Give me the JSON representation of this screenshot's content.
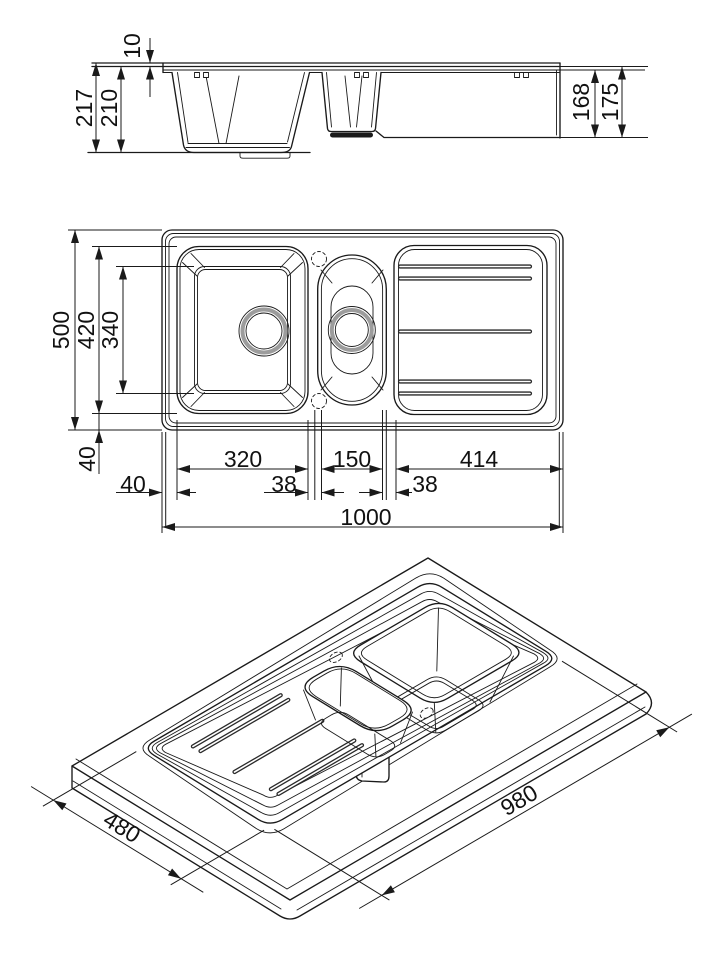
{
  "drawing": {
    "type": "sink-technical-drawing",
    "subject": "inset kitchen sink with one and a half bowls and drainer",
    "background": "#ffffff",
    "line_color": "#1a1a1a",
    "accent_gray": "#9c9c9c"
  },
  "side_view": {
    "dim_rim_height": "10",
    "dim_total_depth": "217",
    "dim_bowl_depth": "210",
    "dim_drainer_depth_inner": "168",
    "dim_drainer_depth": "175"
  },
  "plan_view": {
    "dim_overall_width": "500",
    "dim_bowl_zone": "420",
    "dim_main_bowl_inner": "340",
    "dim_margin_bottom": "40",
    "dim_margin_left": "40",
    "dim_main_bowl": "320",
    "dim_gap_main_half": "38",
    "dim_half_bowl": "150",
    "dim_gap_half_drainer": "38",
    "dim_drainer": "414",
    "dim_overall_length": "1000"
  },
  "iso_view": {
    "dim_cutout_length": "980",
    "dim_cutout_width": "480"
  }
}
